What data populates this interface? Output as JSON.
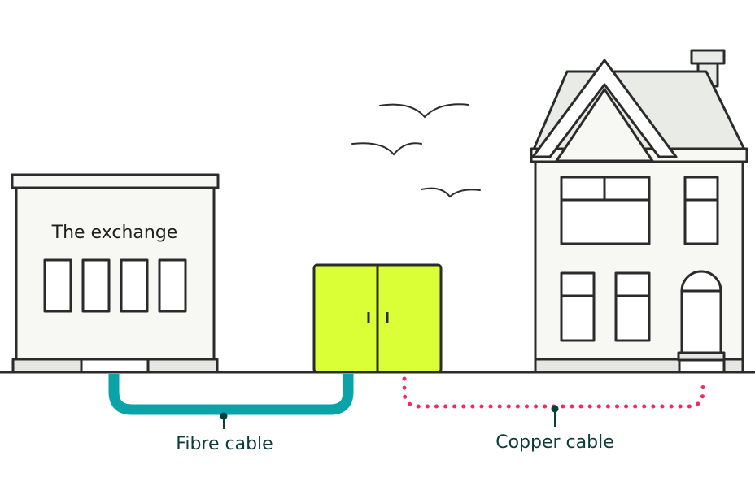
{
  "labels": {
    "exchange": "The exchange",
    "fibre": "Fibre cable",
    "copper": "Copper cable"
  },
  "colors": {
    "outline": "#2b2b2b",
    "building_fill": "#f7f7f4",
    "roof_fill": "#e9ebe6",
    "base_fill": "#e6e7e3",
    "cabinet_fill": "#dbff36",
    "fibre_cable": "#0aa3a8",
    "copper_cable": "#f22a5f",
    "label_text": "#0b3d3a"
  }
}
